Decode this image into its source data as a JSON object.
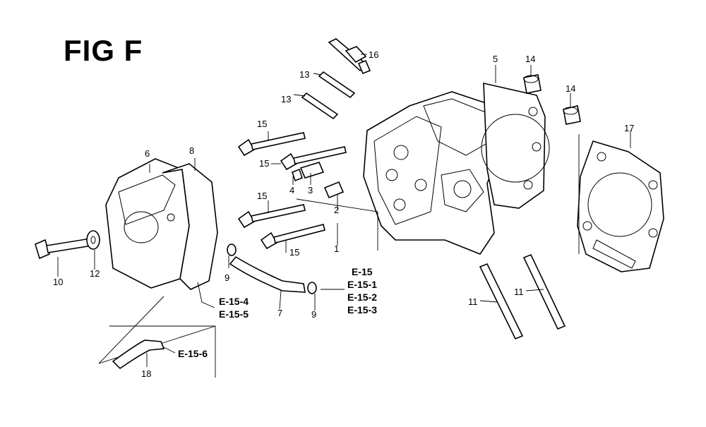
{
  "figure": {
    "title": "FIG F"
  },
  "callouts": [
    "1",
    "2",
    "3",
    "4",
    "5",
    "6",
    "7",
    "8",
    "9",
    "9",
    "10",
    "11",
    "11",
    "12",
    "13",
    "13",
    "14",
    "14",
    "15",
    "15",
    "15",
    "15",
    "16",
    "17",
    "18"
  ],
  "references": {
    "head_group": [
      "E-15",
      "E-15-1",
      "E-15-2",
      "E-15-3"
    ],
    "cover_group": [
      "E-15-4",
      "E-15-5"
    ],
    "hose_group": [
      "E-15-6"
    ]
  },
  "colors": {
    "ink": "#000000",
    "paper": "#ffffff"
  }
}
